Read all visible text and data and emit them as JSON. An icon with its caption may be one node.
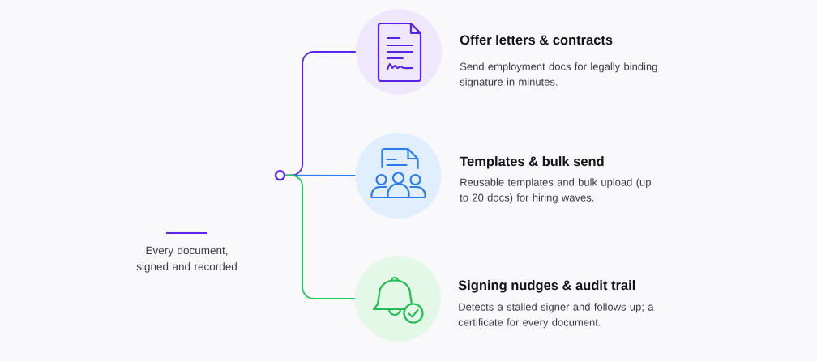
{
  "diagram": {
    "nodes": [
      {
        "text": [],
        "shape": "circle"
      },
      {
        "text": [
          "Offer letters & contracts",
          "Send employment docs for legally binding signature in minutes."
        ]
      },
      {
        "text": [
          "Templates & bulk send",
          "Reusable templates and bulk upload (up to 20 docs) for hiring waves."
        ]
      },
      {
        "text": [
          "Signing nudges & audit trail",
          "Detects a stalled signer and follows up; a certificate for every document."
        ]
      }
    ],
    "edges": [
      {
        "from": 0,
        "to": 1,
        "arrow": "none",
        "color": "#5b22e8"
      },
      {
        "from": 0,
        "to": 2,
        "arrow": "none",
        "color": "#2d7ef0"
      },
      {
        "from": 0,
        "to": 3,
        "arrow": "none",
        "color": "#22c55e"
      }
    ],
    "labels": [
      "Every document, signed and recorded"
    ]
  }
}
